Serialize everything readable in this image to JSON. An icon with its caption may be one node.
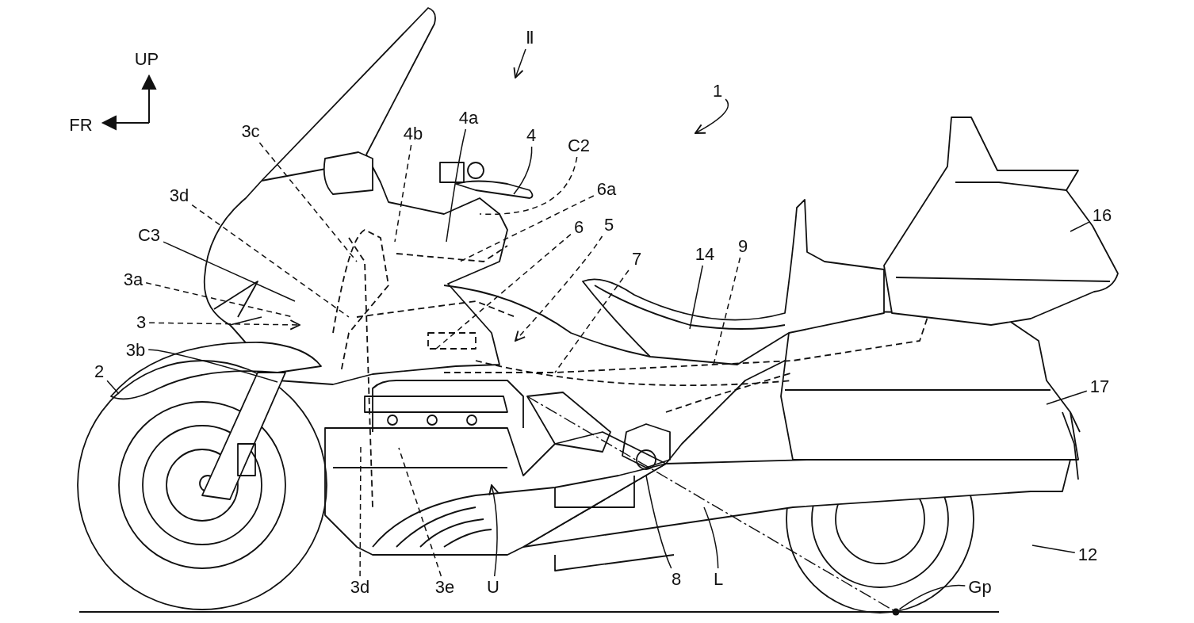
{
  "diagram": {
    "nodes": [
      {
        "text": [
          "Ⅱ"
        ]
      },
      {
        "text": [
          "1"
        ]
      },
      {
        "text": [
          "3c"
        ]
      },
      {
        "text": [
          "4b"
        ]
      },
      {
        "text": [
          "4a"
        ]
      },
      {
        "text": [
          "4"
        ]
      },
      {
        "text": [
          "C2"
        ]
      },
      {
        "text": [
          "3d"
        ]
      },
      {
        "text": [
          "6a"
        ]
      },
      {
        "text": [
          "6"
        ]
      },
      {
        "text": [
          "5"
        ]
      },
      {
        "text": [
          "C3"
        ]
      },
      {
        "text": [
          "16"
        ]
      },
      {
        "text": [
          "14"
        ]
      },
      {
        "text": [
          "9"
        ]
      },
      {
        "text": [
          "7"
        ]
      },
      {
        "text": [
          "3a"
        ]
      },
      {
        "text": [
          "3"
        ]
      },
      {
        "text": [
          "3b"
        ]
      },
      {
        "text": [
          "2"
        ]
      },
      {
        "text": [
          "17"
        ]
      },
      {
        "text": [
          "12"
        ]
      },
      {
        "text": [
          "3d"
        ]
      },
      {
        "text": [
          "3e"
        ]
      },
      {
        "text": [
          "U"
        ]
      },
      {
        "text": [
          "8"
        ]
      },
      {
        "text": [
          "L"
        ]
      },
      {
        "text": [
          "Gp"
        ]
      },
      {
        "text": [],
        "shape": "circle"
      }
    ],
    "edges": [
      {
        "from": 0,
        "to": null,
        "arrow": "to"
      },
      {
        "from": 1,
        "to": null,
        "arrow": "to"
      },
      {
        "from": 2,
        "to": null,
        "arrow": "none",
        "style": "dashed"
      },
      {
        "from": 3,
        "to": null,
        "arrow": "none",
        "style": "dashed"
      },
      {
        "from": 4,
        "to": null,
        "arrow": "none"
      },
      {
        "from": 5,
        "to": null,
        "arrow": "none"
      },
      {
        "from": 6,
        "to": null,
        "arrow": "none",
        "style": "dashed"
      },
      {
        "from": 7,
        "to": null,
        "arrow": "none",
        "style": "dashed"
      },
      {
        "from": 8,
        "to": null,
        "arrow": "none",
        "style": "dashed"
      },
      {
        "from": 9,
        "to": null,
        "arrow": "none",
        "style": "dashed"
      },
      {
        "from": 10,
        "to": null,
        "arrow": "to",
        "style": "dashed"
      },
      {
        "from": 11,
        "to": null,
        "arrow": "none"
      },
      {
        "from": 12,
        "to": null,
        "arrow": "none"
      },
      {
        "from": 13,
        "to": null,
        "arrow": "none"
      },
      {
        "from": 14,
        "to": null,
        "arrow": "none",
        "style": "dashed"
      },
      {
        "from": 15,
        "to": null,
        "arrow": "none",
        "style": "dashed"
      },
      {
        "from": 16,
        "to": null,
        "arrow": "none",
        "style": "dashed"
      },
      {
        "from": 17,
        "to": null,
        "arrow": "to",
        "style": "dashed"
      },
      {
        "from": 18,
        "to": null,
        "arrow": "none"
      },
      {
        "from": 19,
        "to": null,
        "arrow": "none"
      },
      {
        "from": 20,
        "to": null,
        "arrow": "none"
      },
      {
        "from": 21,
        "to": null,
        "arrow": "none"
      },
      {
        "from": 22,
        "to": null,
        "arrow": "none",
        "style": "dashed"
      },
      {
        "from": 23,
        "to": null,
        "arrow": "none",
        "style": "dashed"
      },
      {
        "from": 24,
        "to": null,
        "arrow": "to"
      },
      {
        "from": 25,
        "to": null,
        "arrow": "none"
      },
      {
        "from": 26,
        "to": null,
        "arrow": "none"
      },
      {
        "from": 27,
        "to": 28,
        "arrow": "none"
      }
    ],
    "labels": [
      "UP",
      "FR"
    ]
  }
}
